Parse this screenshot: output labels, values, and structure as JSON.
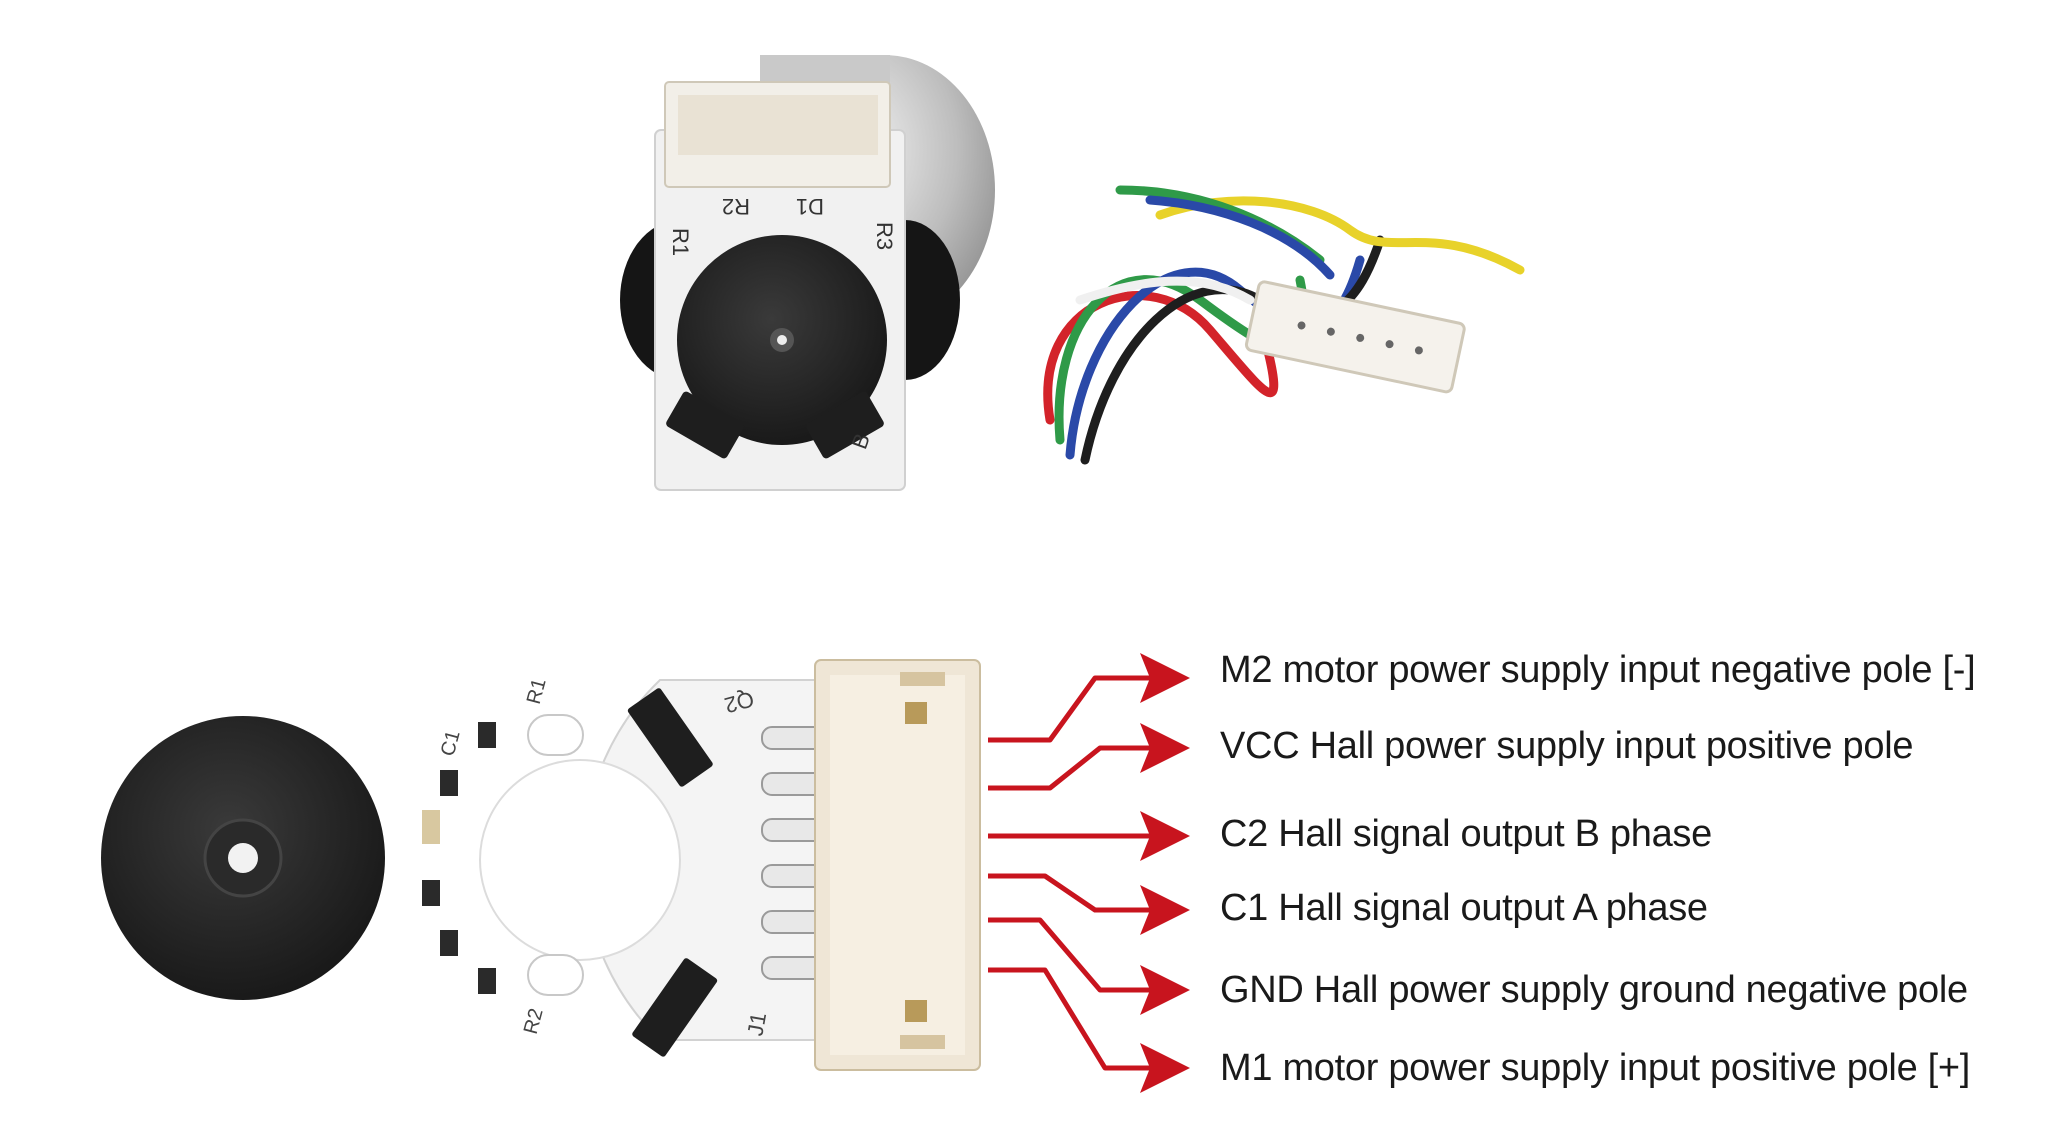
{
  "pins": [
    {
      "label": "M2 motor power supply input negative pole [-]"
    },
    {
      "label": "VCC Hall power supply input positive pole"
    },
    {
      "label": "C2 Hall signal output B phase"
    },
    {
      "label": "C1 Hall signal output A phase"
    },
    {
      "label": "GND Hall power supply ground negative pole"
    },
    {
      "label": "M1 motor power supply input positive pole [+]"
    }
  ],
  "pcb_silkscreen": {
    "top": [
      "R1",
      "R2",
      "D1",
      "R3"
    ],
    "bottom": [
      "R1",
      "C1",
      "Q2",
      "R2",
      "J1"
    ],
    "hall_marker": "B"
  },
  "colors": {
    "arrow": "#c8141e",
    "pcb": "#f4f4f4",
    "connector": "#efe6d6",
    "magnet": "#1c1c1c",
    "wire_red": "#d3232a",
    "wire_yellow": "#e8d22a",
    "wire_green": "#2f9a48",
    "wire_blue": "#2a49a8",
    "wire_black": "#1e1e1e",
    "wire_white": "#f2f2f2"
  },
  "icons": [
    "encoder-motor-photo-icon",
    "wire-harness-icon",
    "magnetic-disc-icon",
    "hall-encoder-board-icon"
  ]
}
